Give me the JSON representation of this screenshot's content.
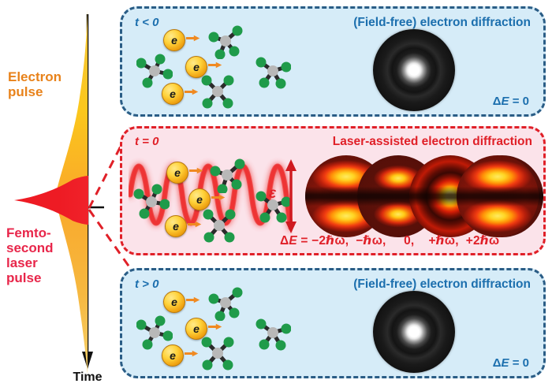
{
  "figure": {
    "title": "Laser-assisted electron diffraction timeline schematic",
    "colors": {
      "panel_blue_fill": "#d6ecf8",
      "panel_blue_border": "#2a5d86",
      "panel_blue_text": "#1c6fae",
      "panel_pink_fill": "#fbe3ea",
      "panel_pink_border": "#e02028",
      "panel_red_text": "#e02028",
      "electron_pulse": "#f8b820",
      "laser_pulse": "#ee1b24",
      "electron_label": "#e8821a",
      "laser_label": "#e8264a",
      "molecule_atom_center": "#b8b8b8",
      "molecule_atom_outer": "#1f9b4a",
      "electron_ball": "#ffd23a",
      "arrow_orange": "#f08a22"
    }
  },
  "axis": {
    "label": "Time",
    "direction": "downward",
    "tick_label": "",
    "icon": "down-arrow-icon"
  },
  "pulses": [
    {
      "name": "electron-pulse",
      "label": "Electron\npulse",
      "color": "#f8b820"
    },
    {
      "name": "femtosecond-laser-pulse",
      "label": "Femto-\nsecond\nlaser\npulse",
      "color": "#ee1b24"
    }
  ],
  "panels": [
    {
      "id": "panel-before",
      "time_label": "t < 0",
      "title": "(Field-free) electron diffraction",
      "energy_label": "ΔE = 0",
      "style": "blue",
      "diffraction": {
        "type": "field-free",
        "count": 1,
        "description": "single dark disk with bright white central spot"
      },
      "electrons": [
        {
          "label": "e"
        },
        {
          "label": "e"
        },
        {
          "label": "e"
        }
      ],
      "molecule_count": 4
    },
    {
      "id": "panel-during",
      "time_label": "t = 0",
      "title": "Laser-assisted electron diffraction",
      "energy_label": "ΔE = −2ℏω,  −ℏω,      0,    +ℏω,  +2ℏω",
      "field_label": "ε",
      "style": "pink",
      "diffraction": {
        "type": "laser-assisted",
        "count": 5,
        "orders": [
          "−2ℏω",
          "−ℏω",
          "0",
          "+ℏω",
          "+2ℏω"
        ],
        "description": "five overlapping red-hot disks; outer orders show two yellow lobes, center shows concentric rings"
      },
      "electrons": [
        {
          "label": "e"
        },
        {
          "label": "e"
        },
        {
          "label": "e"
        }
      ],
      "molecule_count": 4,
      "wave": {
        "name": "laser-field-wave",
        "cycles": 5,
        "color": "#ee3b3b"
      }
    },
    {
      "id": "panel-after",
      "time_label": "t > 0",
      "title": "(Field-free) electron diffraction",
      "energy_label": "ΔE = 0",
      "style": "blue",
      "diffraction": {
        "type": "field-free",
        "count": 1,
        "description": "single dark disk with bright white central spot"
      },
      "electrons": [
        {
          "label": "e"
        },
        {
          "label": "e"
        },
        {
          "label": "e"
        }
      ],
      "molecule_count": 4
    }
  ]
}
